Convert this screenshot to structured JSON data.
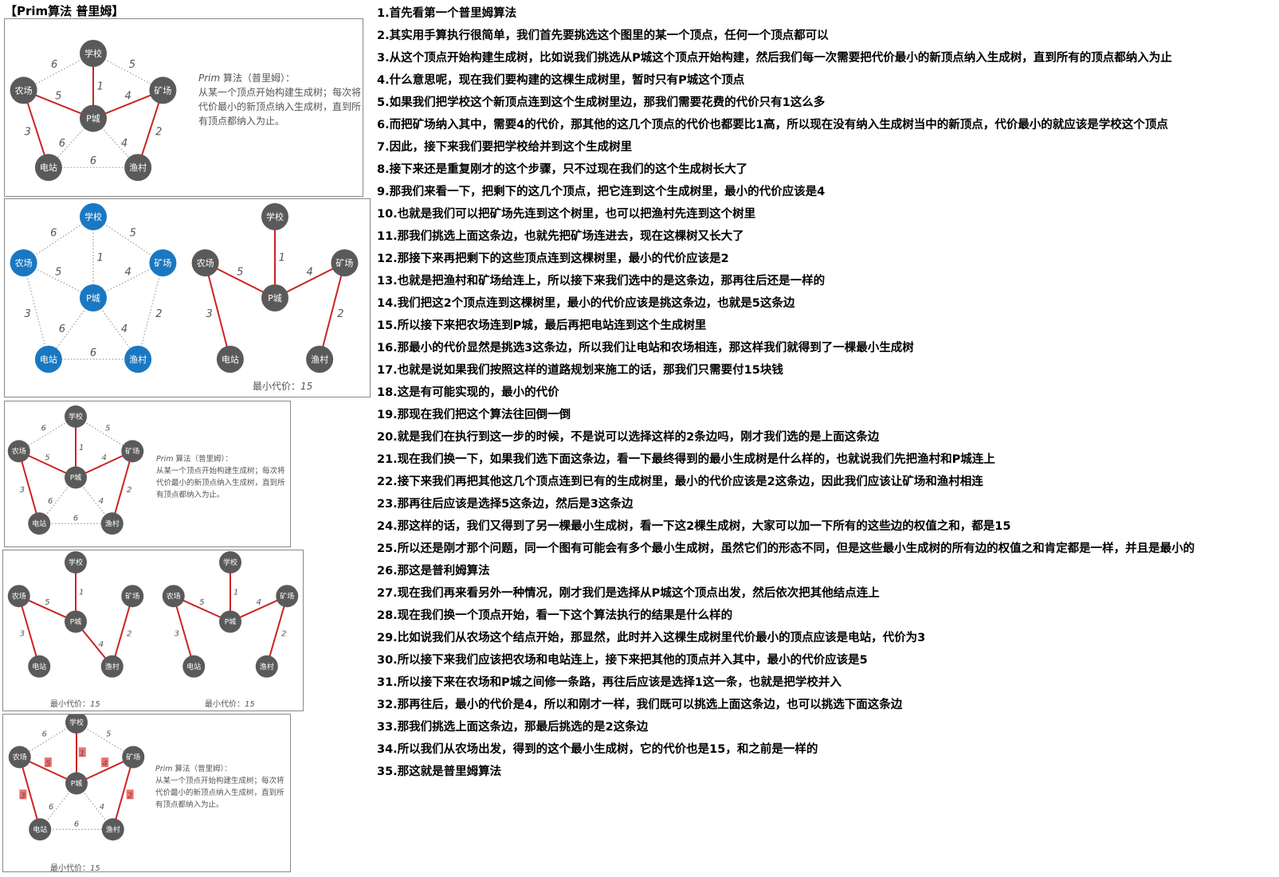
{
  "title": "【Prim算法 普里姆】",
  "nodes": {
    "xuexiao": "学校",
    "nongchang": "农场",
    "kuangchang": "矿场",
    "pcheng": "P城",
    "dianzhan": "电站",
    "yucun": "渔村"
  },
  "edge_weights": {
    "xuexiao_nongchang": "6",
    "xuexiao_kuangchang": "5",
    "xuexiao_pcheng": "1",
    "nongchang_pcheng": "5",
    "kuangchang_pcheng": "4",
    "nongchang_dianzhan": "3",
    "kuangchang_yucun": "2",
    "pcheng_dianzhan": "6",
    "pcheng_yucun": "4",
    "dianzhan_yucun": "6"
  },
  "description": {
    "line1_italic": "Prim",
    "line1_rest": " 算法（普里姆）：",
    "body": "从某一个顶点开始构建生成树；每次将代价最小的新顶点纳入生成树，直到所有顶点都纳入为止。"
  },
  "min_cost": {
    "label": "最小代价：",
    "value": "15"
  },
  "colors": {
    "node_gray": "#5a5a5a",
    "node_blue": "#1a78c2",
    "edge_red": "#cc2222",
    "edge_dotted": "#9a9a9a",
    "highlight_box": "#f07070"
  },
  "steps": [
    {
      "num": "1.",
      "text": "首先看第一个普里姆算法"
    },
    {
      "num": "2.",
      "text": "其实用手算执行很简单，我们首先要挑选这个图里的某一个顶点，任何一个顶点都可以"
    },
    {
      "num": "3.",
      "text": "从这个顶点开始构建生成树，比如说我们挑选从P城这个顶点开始构建，然后我们每一次需要把代价最小的新顶点纳入生成树，直到所有的顶点都纳入为止"
    },
    {
      "num": "4.",
      "text": "什么意思呢，现在我们要构建的这棵生成树里，暂时只有P城这个顶点"
    },
    {
      "num": "5.",
      "text": "如果我们把学校这个新顶点连到这个生成树里边，那我们需要花费的代价只有1这么多"
    },
    {
      "num": "6.",
      "text": "而把矿场纳入其中，需要4的代价，那其他的这几个顶点的代价也都要比1高，所以现在没有纳入生成树当中的新顶点，代价最小的就应该是学校这个顶点"
    },
    {
      "num": "7.",
      "text": "因此，接下来我们要把学校给并到这个生成树里"
    },
    {
      "num": "8.",
      "text": "接下来还是重复刚才的这个步骤，只不过现在我们的这个生成树长大了"
    },
    {
      "num": "9.",
      "text": "那我们来看一下，把剩下的这几个顶点，把它连到这个生成树里，最小的代价应该是4"
    },
    {
      "num": "10.",
      "text": "也就是我们可以把矿场先连到这个树里，也可以把渔村先连到这个树里"
    },
    {
      "num": "11.",
      "text": "那我们挑选上面这条边，也就先把矿场连进去，现在这棵树又长大了"
    },
    {
      "num": "12.",
      "text": "那接下来再把剩下的这些顶点连到这棵树里，最小的代价应该是2"
    },
    {
      "num": "13.",
      "text": "也就是把渔村和矿场给连上，所以接下来我们选中的是这条边，那再往后还是一样的"
    },
    {
      "num": "14.",
      "text": "我们把这2个顶点连到这棵树里，最小的代价应该是挑这条边，也就是5这条边"
    },
    {
      "num": "15.",
      "text": "所以接下来把农场连到P城，最后再把电站连到这个生成树里"
    },
    {
      "num": "16.",
      "text": "那最小的代价显然是挑选3这条边，所以我们让电站和农场相连，那这样我们就得到了一棵最小生成树"
    },
    {
      "num": "17.",
      "text": "也就是说如果我们按照这样的道路规划来施工的话，那我们只需要付15块钱"
    },
    {
      "num": "18.",
      "text": "这是有可能实现的，最小的代价"
    },
    {
      "num": "19.",
      "text": "那现在我们把这个算法往回倒一倒"
    },
    {
      "num": "20.",
      "text": "就是我们在执行到这一步的时候，不是说可以选择这样的2条边吗，刚才我们选的是上面这条边"
    },
    {
      "num": "21.",
      "text": "现在我们换一下，如果我们选下面这条边，看一下最终得到的最小生成树是什么样的，也就说我们先把渔村和P城连上"
    },
    {
      "num": "22.",
      "text": "接下来我们再把其他这几个顶点连到已有的生成树里，最小的代价应该是2这条边，因此我们应该让矿场和渔村相连"
    },
    {
      "num": "23.",
      "text": "那再往后应该是选择5这条边，然后是3这条边"
    },
    {
      "num": "24.",
      "text": "那这样的话，我们又得到了另一棵最小生成树，看一下这2棵生成树，大家可以加一下所有的这些边的权值之和，都是15"
    },
    {
      "num": "25.",
      "text": "所以还是刚才那个问题，同一个图有可能会有多个最小生成树，虽然它们的形态不同，但是这些最小生成树的所有边的权值之和肯定都是一样，并且是最小的"
    },
    {
      "num": "26.",
      "text": "那这是普利姆算法"
    },
    {
      "num": "27.",
      "text": "现在我们再来看另外一种情况，刚才我们是选择从P城这个顶点出发，然后依次把其他结点连上"
    },
    {
      "num": "28.",
      "text": "现在我们换一个顶点开始，看一下这个算法执行的结果是什么样的"
    },
    {
      "num": "29.",
      "text": "比如说我们从农场这个结点开始，那显然，此时并入这棵生成树里代价最小的顶点应该是电站，代价为3"
    },
    {
      "num": "30.",
      "text": "所以接下来我们应该把农场和电站连上，接下来把其他的顶点并入其中，最小的代价应该是5"
    },
    {
      "num": "31.",
      "text": "所以接下来在农场和P城之间修一条路，再往后应该是选择1这一条，也就是把学校并入"
    },
    {
      "num": "32.",
      "text": "那再往后，最小的代价是4，所以和刚才一样，我们既可以挑选上面这条边，也可以挑选下面这条边"
    },
    {
      "num": "33.",
      "text": "那我们挑选上面这条边，那最后挑选的是2这条边"
    },
    {
      "num": "34.",
      "text": "所以我们从农场出发，得到的这个最小生成树，它的代价也是15，和之前是一样的"
    },
    {
      "num": "35.",
      "text": "那这就是普里姆算法"
    }
  ]
}
